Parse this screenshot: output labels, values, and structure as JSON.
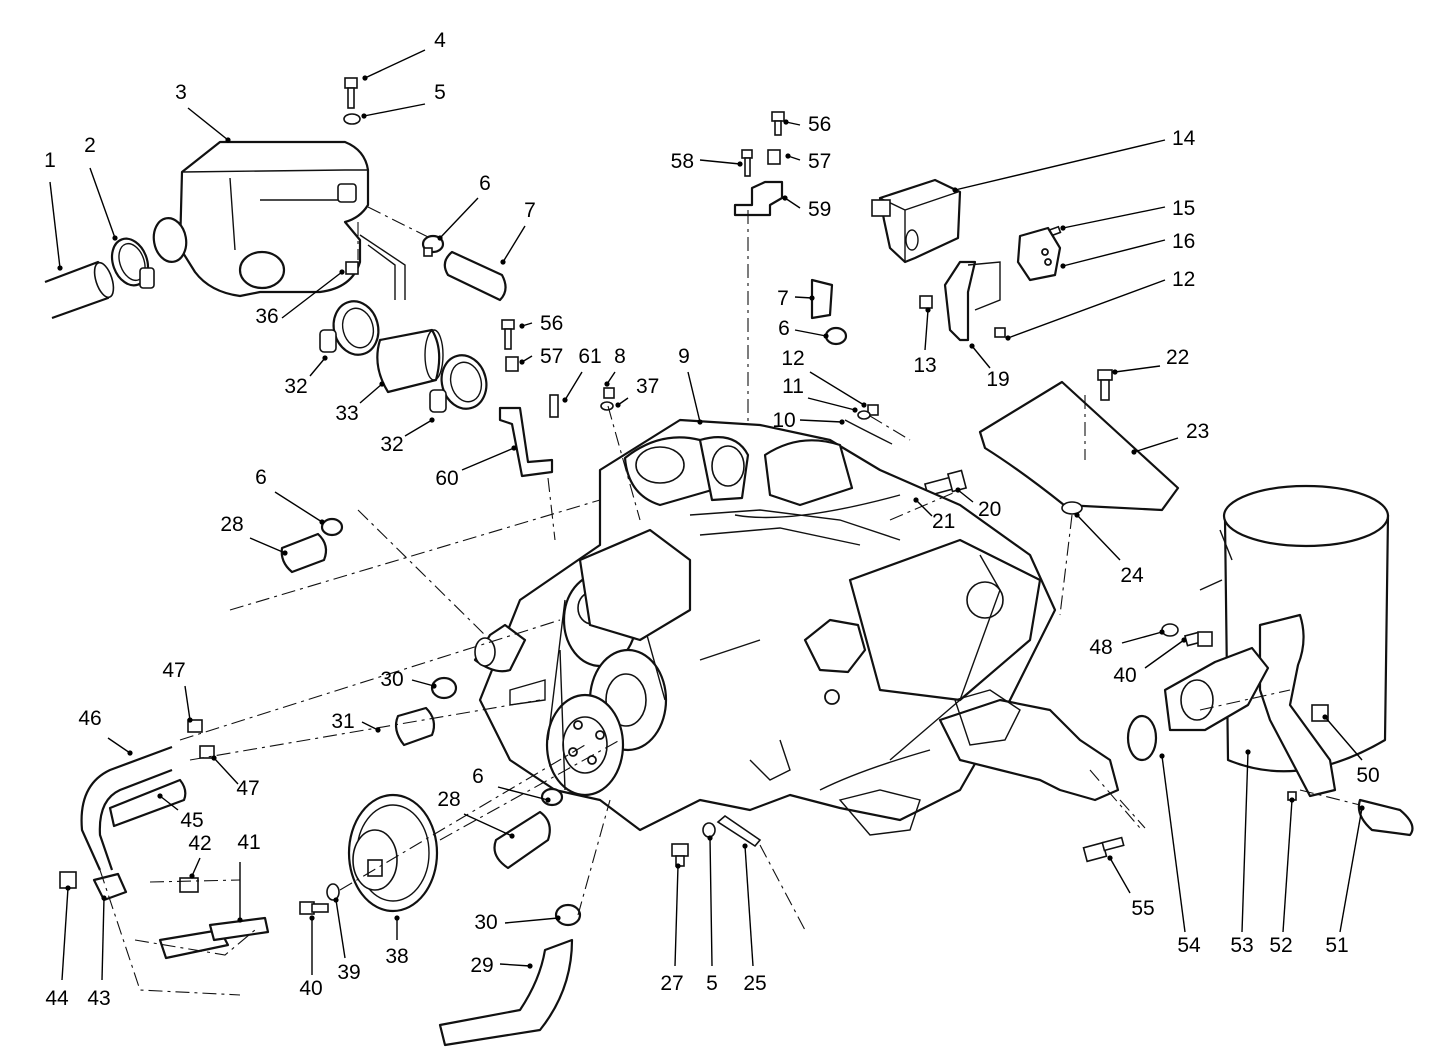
{
  "callouts": [
    {
      "label": "1"
    },
    {
      "label": "2"
    },
    {
      "label": "3"
    },
    {
      "label": "4"
    },
    {
      "label": "5"
    },
    {
      "label": "6"
    },
    {
      "label": "7"
    },
    {
      "label": "56"
    },
    {
      "label": "58"
    },
    {
      "label": "57"
    },
    {
      "label": "59"
    },
    {
      "label": "14"
    },
    {
      "label": "15"
    },
    {
      "label": "16"
    },
    {
      "label": "12"
    },
    {
      "label": "36"
    },
    {
      "label": "32"
    },
    {
      "label": "33"
    },
    {
      "label": "32"
    },
    {
      "label": "56"
    },
    {
      "label": "57"
    },
    {
      "label": "61"
    },
    {
      "label": "8"
    },
    {
      "label": "9"
    },
    {
      "label": "37"
    },
    {
      "label": "60"
    },
    {
      "label": "7"
    },
    {
      "label": "6"
    },
    {
      "label": "12"
    },
    {
      "label": "11"
    },
    {
      "label": "10"
    },
    {
      "label": "13"
    },
    {
      "label": "19"
    },
    {
      "label": "22"
    },
    {
      "label": "23"
    },
    {
      "label": "20"
    },
    {
      "label": "21"
    },
    {
      "label": "24"
    },
    {
      "label": "6"
    },
    {
      "label": "28"
    },
    {
      "label": "30"
    },
    {
      "label": "31"
    },
    {
      "label": "47"
    },
    {
      "label": "46"
    },
    {
      "label": "47"
    },
    {
      "label": "45"
    },
    {
      "label": "42"
    },
    {
      "label": "41"
    },
    {
      "label": "44"
    },
    {
      "label": "43"
    },
    {
      "label": "40"
    },
    {
      "label": "39"
    },
    {
      "label": "38"
    },
    {
      "label": "6"
    },
    {
      "label": "28"
    },
    {
      "label": "30"
    },
    {
      "label": "29"
    },
    {
      "label": "27"
    },
    {
      "label": "5"
    },
    {
      "label": "25"
    },
    {
      "label": "48"
    },
    {
      "label": "40"
    },
    {
      "label": "50"
    },
    {
      "label": "55"
    },
    {
      "label": "54"
    },
    {
      "label": "53"
    },
    {
      "label": "52"
    },
    {
      "label": "51"
    }
  ]
}
